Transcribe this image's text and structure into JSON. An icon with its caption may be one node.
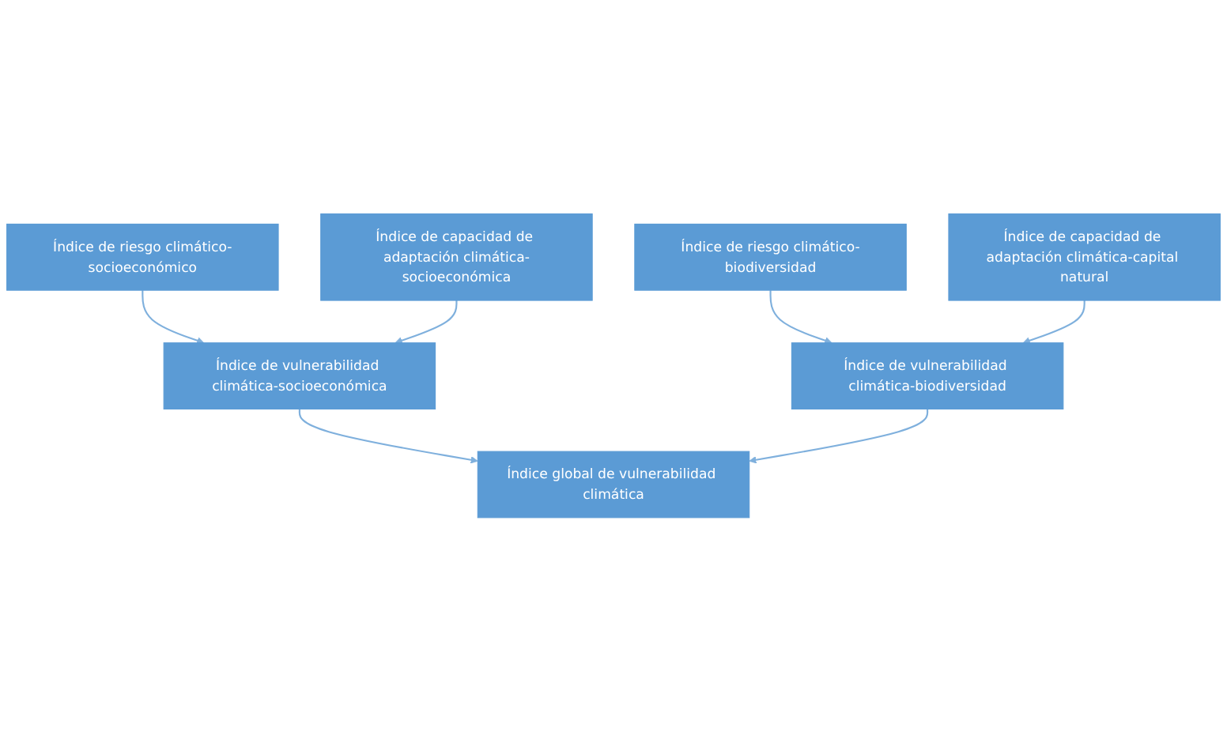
{
  "diagram": {
    "nodes": [
      {
        "text": [
          "Índice de riesgo climático-socioeconómico"
        ]
      },
      {
        "text": [
          "Índice de capacidad de adaptación climática-socioeconómica"
        ]
      },
      {
        "text": [
          "Índice de vulnerabilidad climática-socioeconómica"
        ]
      },
      {
        "text": [
          "Índice global de vulnerabilidad climática"
        ]
      },
      {
        "text": [
          "Índice de vulnerabilidad climática-biodiversidad"
        ]
      },
      {
        "text": [
          "Índice de riesgo climático-biodiversidad"
        ]
      },
      {
        "text": [
          "Índice de capacidad de adaptación climática-capital natural"
        ]
      }
    ],
    "edges": [
      {
        "from": 0,
        "to": 2,
        "arrow": "to"
      },
      {
        "from": 1,
        "to": 2,
        "arrow": "to"
      },
      {
        "from": 2,
        "to": 3,
        "arrow": "to"
      },
      {
        "from": 4,
        "to": 3,
        "arrow": "to"
      },
      {
        "from": 5,
        "to": 4,
        "arrow": "to"
      },
      {
        "from": 6,
        "to": 4,
        "arrow": "to"
      }
    ]
  }
}
